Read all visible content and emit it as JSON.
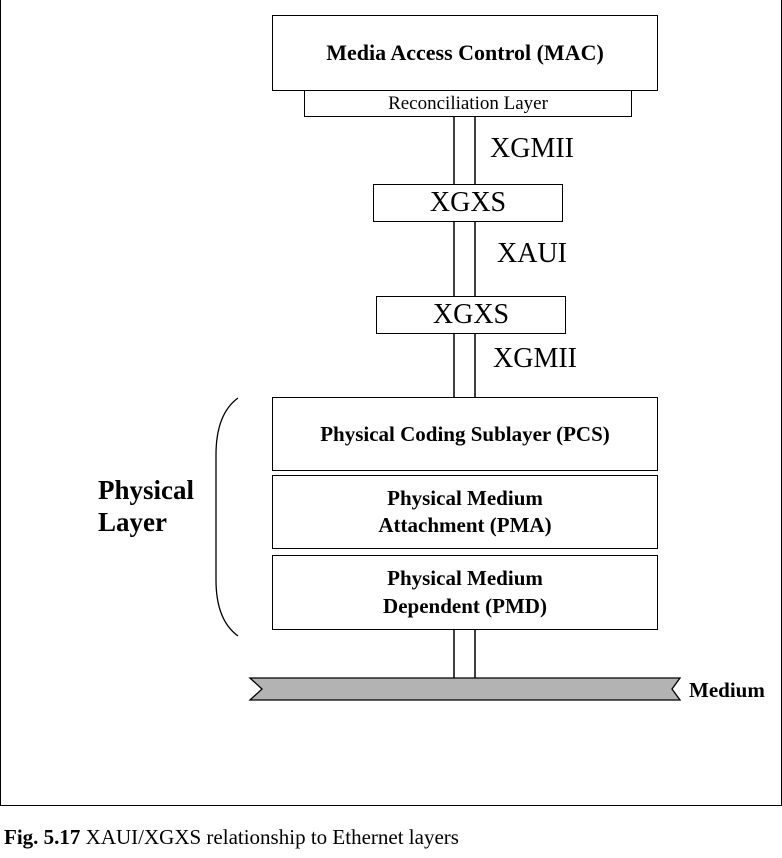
{
  "diagram": {
    "mac": "Media Access Control (MAC)",
    "reconciliation": "Reconciliation Layer",
    "interface_top": "XGMII",
    "xgxs_top": "XGXS",
    "xaui": "XAUI",
    "xgxs_bottom": "XGXS",
    "interface_bottom": "XGMII",
    "pcs": "Physical Coding Sublayer (PCS)",
    "pma_line1": "Physical Medium",
    "pma_line2": "Attachment (PMA)",
    "pmd_line1": "Physical Medium",
    "pmd_line2": "Dependent (PMD)",
    "physical_layer_line1": "Physical",
    "physical_layer_line2": "Layer",
    "medium": "Medium"
  },
  "caption": {
    "number": "Fig. 5.17",
    "text": " XAUI/XGXS relationship to Ethernet layers"
  }
}
